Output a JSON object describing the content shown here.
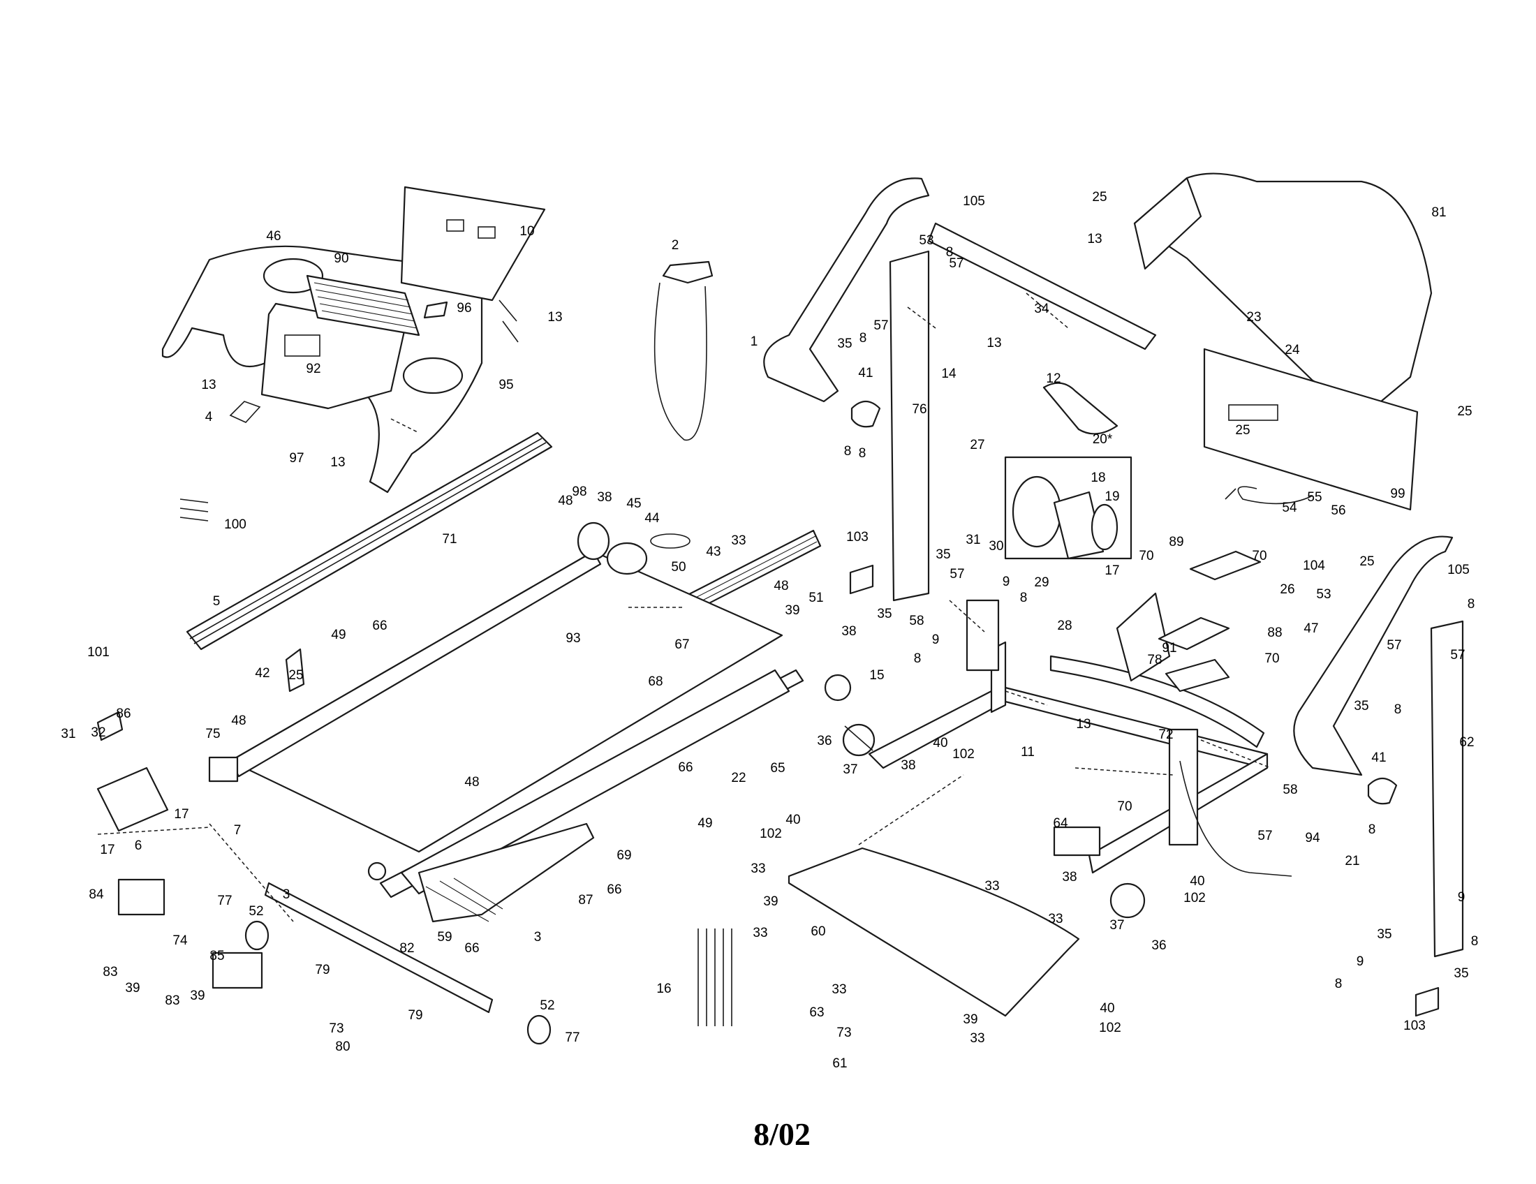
{
  "diagram": {
    "date_code": "8/02",
    "part_labels": {
      "p1": "1",
      "p2": "2",
      "p3a": "3",
      "p3b": "3",
      "p4": "4",
      "p5": "5",
      "p6": "6",
      "p7": "7",
      "p8a": "8",
      "p8b": "8",
      "p8c": "8",
      "p8d": "8",
      "p8e": "8",
      "p8f": "8",
      "p8g": "8",
      "p8h": "8",
      "p8i": "8",
      "p8j": "8",
      "p8k": "8",
      "p9a": "9",
      "p9b": "9",
      "p9c": "9",
      "p9d": "9",
      "p10": "10",
      "p11": "11",
      "p12": "12",
      "p13a": "13",
      "p13b": "13",
      "p13c": "13",
      "p13d": "13",
      "p13e": "13",
      "p13f": "13",
      "p14": "14",
      "p15": "15",
      "p16": "16",
      "p17a": "17",
      "p17b": "17",
      "p17c": "17",
      "p18": "18",
      "p19": "19",
      "p20": "20*",
      "p21": "21",
      "p22": "22",
      "p23": "23",
      "p24": "24",
      "p25a": "25",
      "p25b": "25",
      "p25c": "25",
      "p25d": "25",
      "p25e": "25",
      "p26": "26",
      "p27": "27",
      "p28": "28",
      "p29": "29",
      "p30": "30",
      "p31a": "31",
      "p31b": "31",
      "p32": "32",
      "p33a": "33",
      "p33b": "33",
      "p33c": "33",
      "p33d": "33",
      "p33e": "33",
      "p33f": "33",
      "p33g": "33",
      "p34": "34",
      "p35a": "35",
      "p35b": "35",
      "p35c": "35",
      "p35d": "35",
      "p35e": "35",
      "p35f": "35",
      "p36a": "36",
      "p36b": "36",
      "p37a": "37",
      "p37b": "37",
      "p38a": "38",
      "p38b": "38",
      "p38c": "38",
      "p38d": "38",
      "p39a": "39",
      "p39b": "39",
      "p39c": "39",
      "p39d": "39",
      "p39e": "39",
      "p40a": "40",
      "p40b": "40",
      "p40c": "40",
      "p40d": "40",
      "p41a": "41",
      "p41b": "41",
      "p42": "42",
      "p43": "43",
      "p44": "44",
      "p45": "45",
      "p46": "46",
      "p47": "47",
      "p48a": "48",
      "p48b": "48",
      "p48c": "48",
      "p48d": "48",
      "p49a": "49",
      "p49b": "49",
      "p50": "50",
      "p51": "51",
      "p52a": "52",
      "p52b": "52",
      "p53a": "53",
      "p53b": "53",
      "p54": "54",
      "p55": "55",
      "p56": "56",
      "p57a": "57",
      "p57b": "57",
      "p57c": "57",
      "p57d": "57",
      "p57e": "57",
      "p57f": "57",
      "p58a": "58",
      "p58b": "58",
      "p59": "59",
      "p60": "60",
      "p61": "61",
      "p62": "62",
      "p63": "63",
      "p64": "64",
      "p65": "65",
      "p66a": "66",
      "p66b": "66",
      "p66c": "66",
      "p66d": "66",
      "p67": "67",
      "p68": "68",
      "p69": "69",
      "p70a": "70",
      "p70b": "70",
      "p70c": "70",
      "p70d": "70",
      "p71": "71",
      "p72": "72",
      "p73a": "73",
      "p73b": "73",
      "p74": "74",
      "p75": "75",
      "p76": "76",
      "p77a": "77",
      "p77b": "77",
      "p78": "78",
      "p79a": "79",
      "p79b": "79",
      "p80": "80",
      "p81": "81",
      "p82": "82",
      "p83a": "83",
      "p83b": "83",
      "p84": "84",
      "p85": "85",
      "p86": "86",
      "p87": "87",
      "p88": "88",
      "p89": "89",
      "p90": "90",
      "p91": "91",
      "p92": "92",
      "p93": "93",
      "p94": "94",
      "p95": "95",
      "p96": "96",
      "p97": "97",
      "p98": "98",
      "p99": "99",
      "p100": "100",
      "p101": "101",
      "p102a": "102",
      "p102b": "102",
      "p102c": "102",
      "p102d": "102",
      "p103a": "103",
      "p103b": "103",
      "p104": "104",
      "p105a": "105",
      "p105b": "105"
    }
  }
}
